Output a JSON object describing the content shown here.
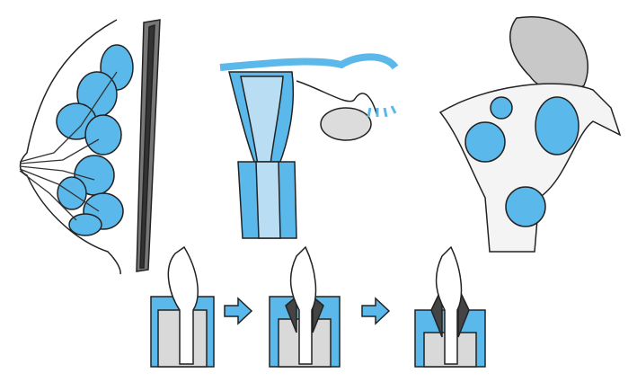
{
  "colors": {
    "tissue_blue": "#5bb8ea",
    "light_blue": "#b9def3",
    "gray": "#c8c8c8",
    "dark_gray": "#4a4a4a",
    "outline": "#222222",
    "bone": "#d9d9d9"
  },
  "panels": [
    {
      "name": "breast-illustration"
    },
    {
      "name": "uterus-illustration"
    },
    {
      "name": "ovary-cyst-illustration"
    },
    {
      "name": "tooth-progression-illustration",
      "stages": 3
    }
  ]
}
